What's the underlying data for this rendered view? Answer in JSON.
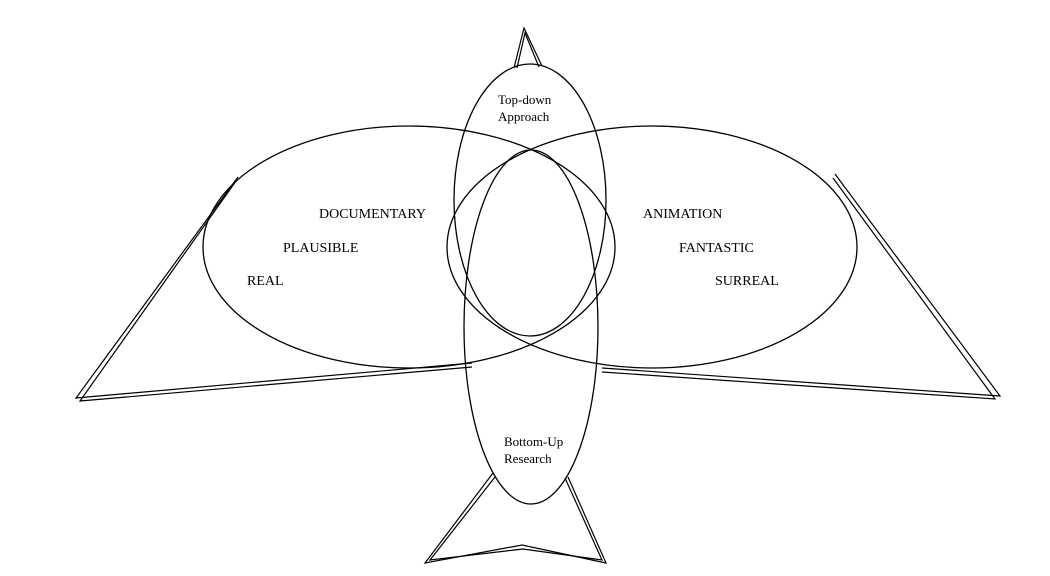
{
  "diagram": {
    "top": {
      "line1": "Top-down",
      "line2": "Approach"
    },
    "bottom": {
      "line1": "Bottom-Up",
      "line2": "Research"
    },
    "left": {
      "documentary": "DOCUMENTARY",
      "plausible": "PLAUSIBLE",
      "real": "REAL"
    },
    "right": {
      "animation": "ANIMATION",
      "fantastic": "FANTASTIC",
      "surreal": "SURREAL"
    }
  }
}
